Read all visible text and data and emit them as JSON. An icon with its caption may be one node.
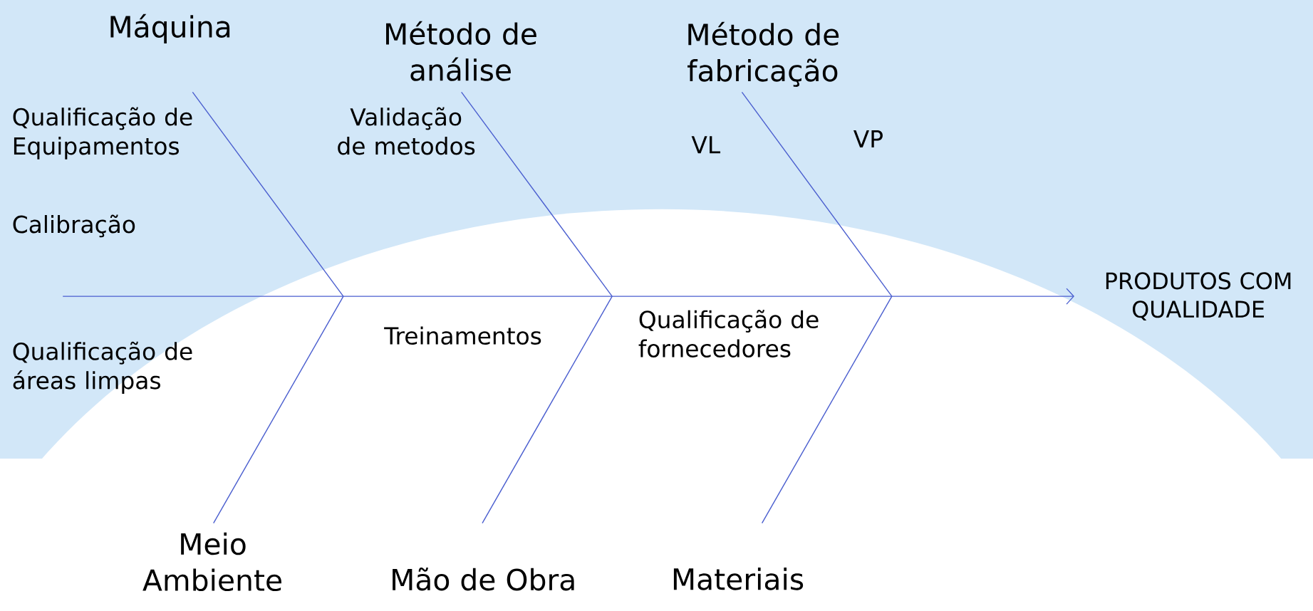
{
  "diagram": {
    "nodes": [
      {
        "text": [
          "Máquina"
        ]
      },
      {
        "text": [
          "Método de análise"
        ]
      },
      {
        "text": [
          "Método de fabricação"
        ]
      },
      {
        "text": [
          "Meio Ambiente"
        ]
      },
      {
        "text": [
          "Mão de Obra"
        ]
      },
      {
        "text": [
          "Materiais"
        ]
      },
      {
        "text": [
          "PRODUTOS COM QUALIDADE"
        ]
      }
    ],
    "edges": [
      {
        "from": 0,
        "to": null,
        "arrow": "none"
      },
      {
        "from": 1,
        "to": null,
        "arrow": "none"
      },
      {
        "from": 2,
        "to": null,
        "arrow": "none"
      },
      {
        "from": 3,
        "to": null,
        "arrow": "none"
      },
      {
        "from": 4,
        "to": null,
        "arrow": "none"
      },
      {
        "from": 5,
        "to": null,
        "arrow": "none"
      },
      {
        "from": null,
        "to": 6,
        "arrow": "to"
      }
    ],
    "labels": [
      "Qualificação de Equipamentos",
      "Validação de metodos",
      "VL",
      "VP",
      "Calibração",
      "Treinamentos",
      "Qualificação de fornecedores",
      "Qualificação de áreas limpas"
    ]
  }
}
